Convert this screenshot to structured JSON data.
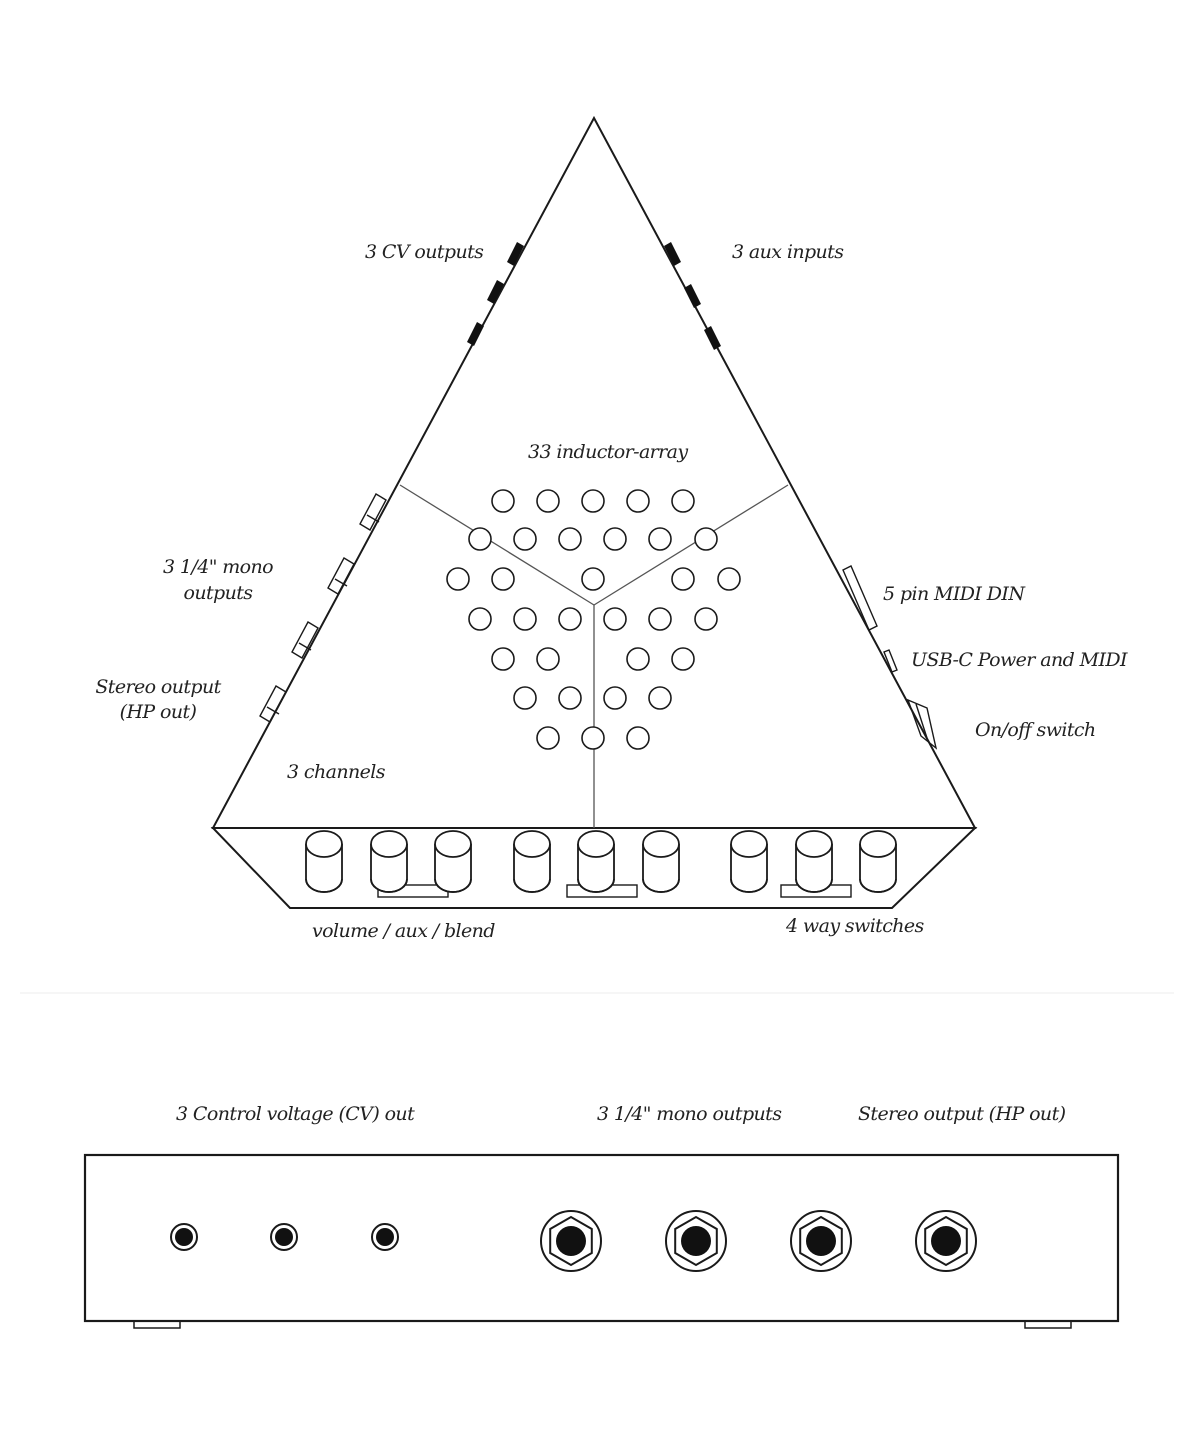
{
  "colors": {
    "ink": "#1a1a1a",
    "thin_line": "#555555",
    "background": "#ffffff",
    "jack_fill": "#111111"
  },
  "top_view": {
    "labels": {
      "cv_outputs": "3 CV outputs",
      "aux_inputs": "3 aux inputs",
      "inductor_array": "33 inductor-array",
      "mono_outputs_line1": "3 1/4\" mono",
      "mono_outputs_line2": "outputs",
      "stereo_output_line1": "Stereo output",
      "stereo_output_line2": "(HP out)",
      "channels": "3 channels",
      "midi_din": "5 pin MIDI DIN",
      "usb_c": "USB-C Power and MIDI",
      "on_off": "On/off switch",
      "knobs": "volume / aux / blend",
      "switches": "4 way switches"
    },
    "inductor_count": 33,
    "channel_count": 3,
    "knob_count": 9,
    "switch_count": 3
  },
  "side_view": {
    "labels": {
      "cv_out": "3 Control voltage (CV) out",
      "mono_outputs": "3 1/4\" mono outputs",
      "stereo_output": "Stereo output (HP out)"
    },
    "small_jack_count": 3,
    "large_jack_count": 4
  }
}
